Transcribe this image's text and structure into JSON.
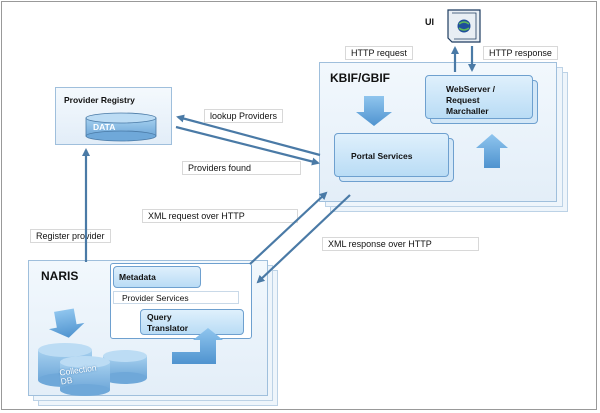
{
  "ui": {
    "label": "UI"
  },
  "kbif": {
    "title": "KBIF/GBIF",
    "webserver": [
      "WebServer /",
      "Request",
      "Marchaller"
    ],
    "portal": "Portal Services"
  },
  "registry": {
    "title": "Provider Registry",
    "data": "DATA"
  },
  "naris": {
    "title": "NARIS",
    "metadata": "Metadata",
    "provider_services": "Provider Services",
    "query": [
      "Query",
      "Translator"
    ],
    "db": [
      "Collection",
      "DB"
    ]
  },
  "labels": {
    "http_request": "HTTP request",
    "http_response": "HTTP response",
    "lookup": "lookup Providers",
    "found": "Providers found",
    "xml_request": "XML request over HTTP",
    "xml_response": "XML response over HTTP",
    "register": "Register provider"
  },
  "colors": {
    "arrow": "#4a7aa6",
    "box_fill": "#c9e3f6",
    "panel_fill": "#e8f1f9",
    "cylinder": "#8ec0e8"
  }
}
